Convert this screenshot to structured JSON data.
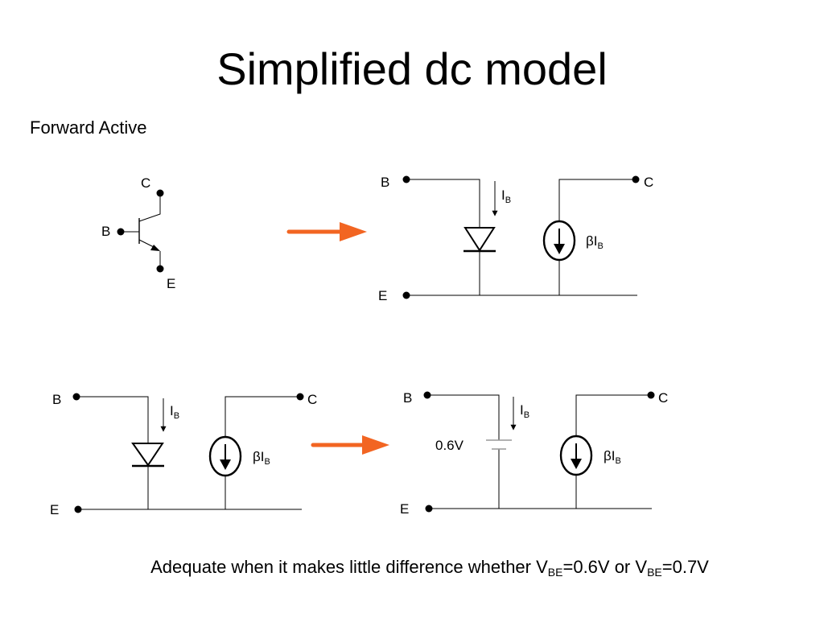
{
  "slide": {
    "title": "Simplified dc model",
    "subtitle": "Forward Active",
    "caption": {
      "prefix": "Adequate when it makes little difference whether V",
      "sub1": "BE",
      "mid": "=0.6V or V",
      "sub2": "BE",
      "suffix": "=0.7V"
    }
  },
  "labels": {
    "collector": "C",
    "base": "B",
    "emitter": "E",
    "current_main": "I",
    "current_sub": "B",
    "beta": "β",
    "source_main": "I",
    "source_sub": "B",
    "voltage": "0.6V"
  },
  "colors": {
    "arrow": "#f26522",
    "line": "#000000"
  }
}
